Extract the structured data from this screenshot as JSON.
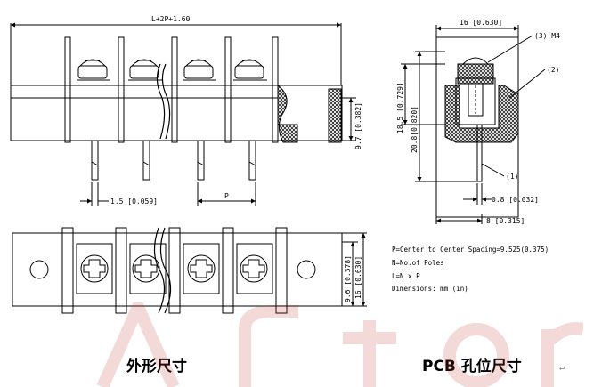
{
  "dims": {
    "total_length": "L+2P+1.60",
    "pin_height": "9.7 [0.382]",
    "pin_offset": "1.5 [0.059]",
    "pitch": "P",
    "height_top": "9.6 [0.378]",
    "height_total": "16 [0.630]",
    "side_width": "16 [0.630]",
    "side_height": "18.5 [0.729]",
    "side_inner": "20.8[0.820]",
    "pin_thickness": "0.8 [0.032]",
    "side_base": "8 [0.315]"
  },
  "callouts": {
    "c3": "(3) M4",
    "c2": "(2)",
    "c1": "(1)"
  },
  "notes": [
    "P=Center to Center Spacing=9.525(0.375)",
    "N=No.of Poles",
    "L=N x P",
    "Dimensions: mm (in)"
  ],
  "captions": {
    "outline": "外形尺寸",
    "pcb": "PCB 孔位尺寸"
  },
  "colors": {
    "line": "#000000",
    "hatch": "#000000",
    "watermark": "#c0392b"
  }
}
